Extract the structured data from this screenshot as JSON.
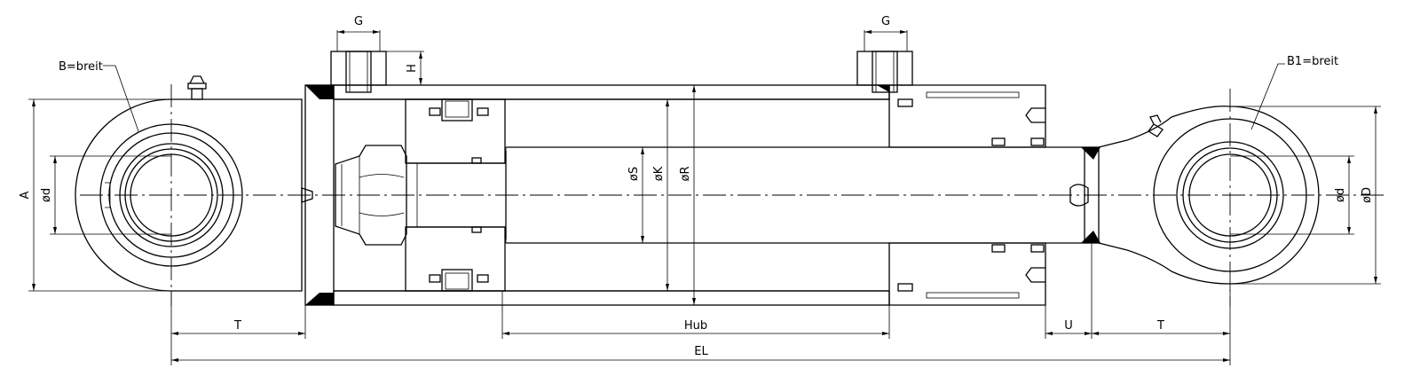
{
  "labels": {
    "port_left": "G",
    "port_right": "G",
    "port_height": "H",
    "rod_eye_width_left": "B=breit",
    "rod_eye_width_right": "B1=breit",
    "overall_height": "A",
    "pin_dia_left": "ød",
    "pin_dia_right": "ød",
    "eye_dia_right": "øD",
    "rod_dia": "øS",
    "piston_dia": "øK",
    "tube_dia": "øR",
    "eye_length_left": "T",
    "eye_length_right": "T",
    "stroke": "Hub",
    "rod_gap": "U",
    "installed_length": "EL"
  },
  "colors": {
    "line": "#000000",
    "background": "#ffffff"
  }
}
